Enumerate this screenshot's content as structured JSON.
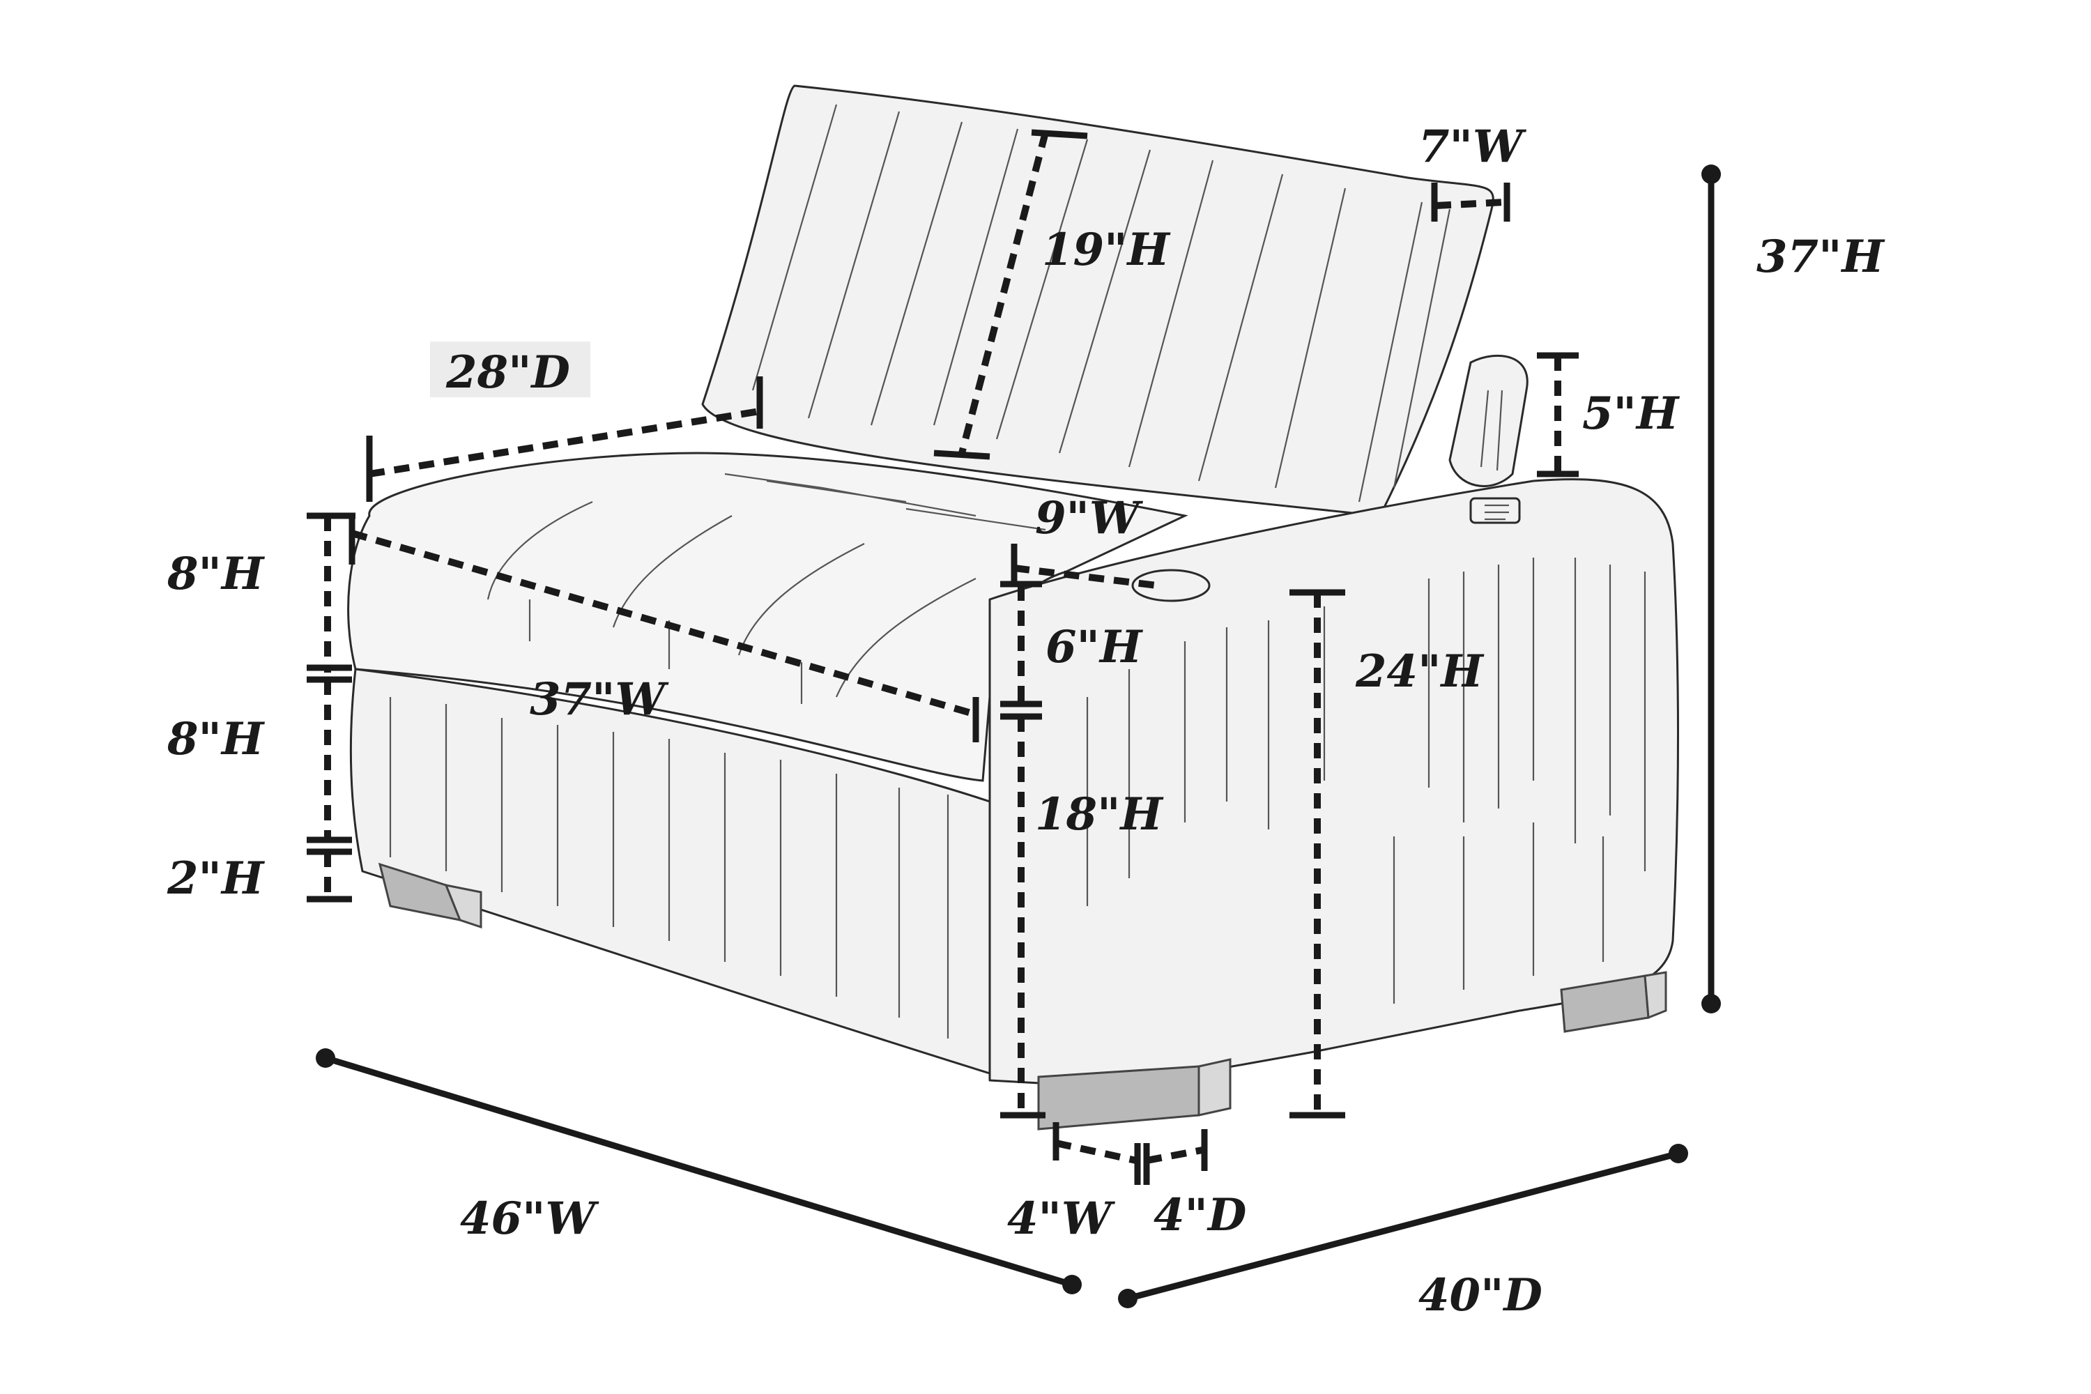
{
  "diagram": {
    "labels": {
      "back_height": "19\"H",
      "back_side_width": "7\"W",
      "overall_height": "37\"H",
      "seat_depth": "28\"D",
      "pillow_height": "5\"H",
      "console_width": "9\"W",
      "cushion_height": "8\"H",
      "console_height": "6\"H",
      "arm_height": "24\"H",
      "seat_width": "37\"W",
      "base_height": "8\"H",
      "seat_height": "18\"H",
      "leg_height": "2\"H",
      "overall_width": "46\"W",
      "leg_width": "4\"W",
      "leg_depth": "4\"D",
      "overall_depth": "40\"D"
    }
  }
}
